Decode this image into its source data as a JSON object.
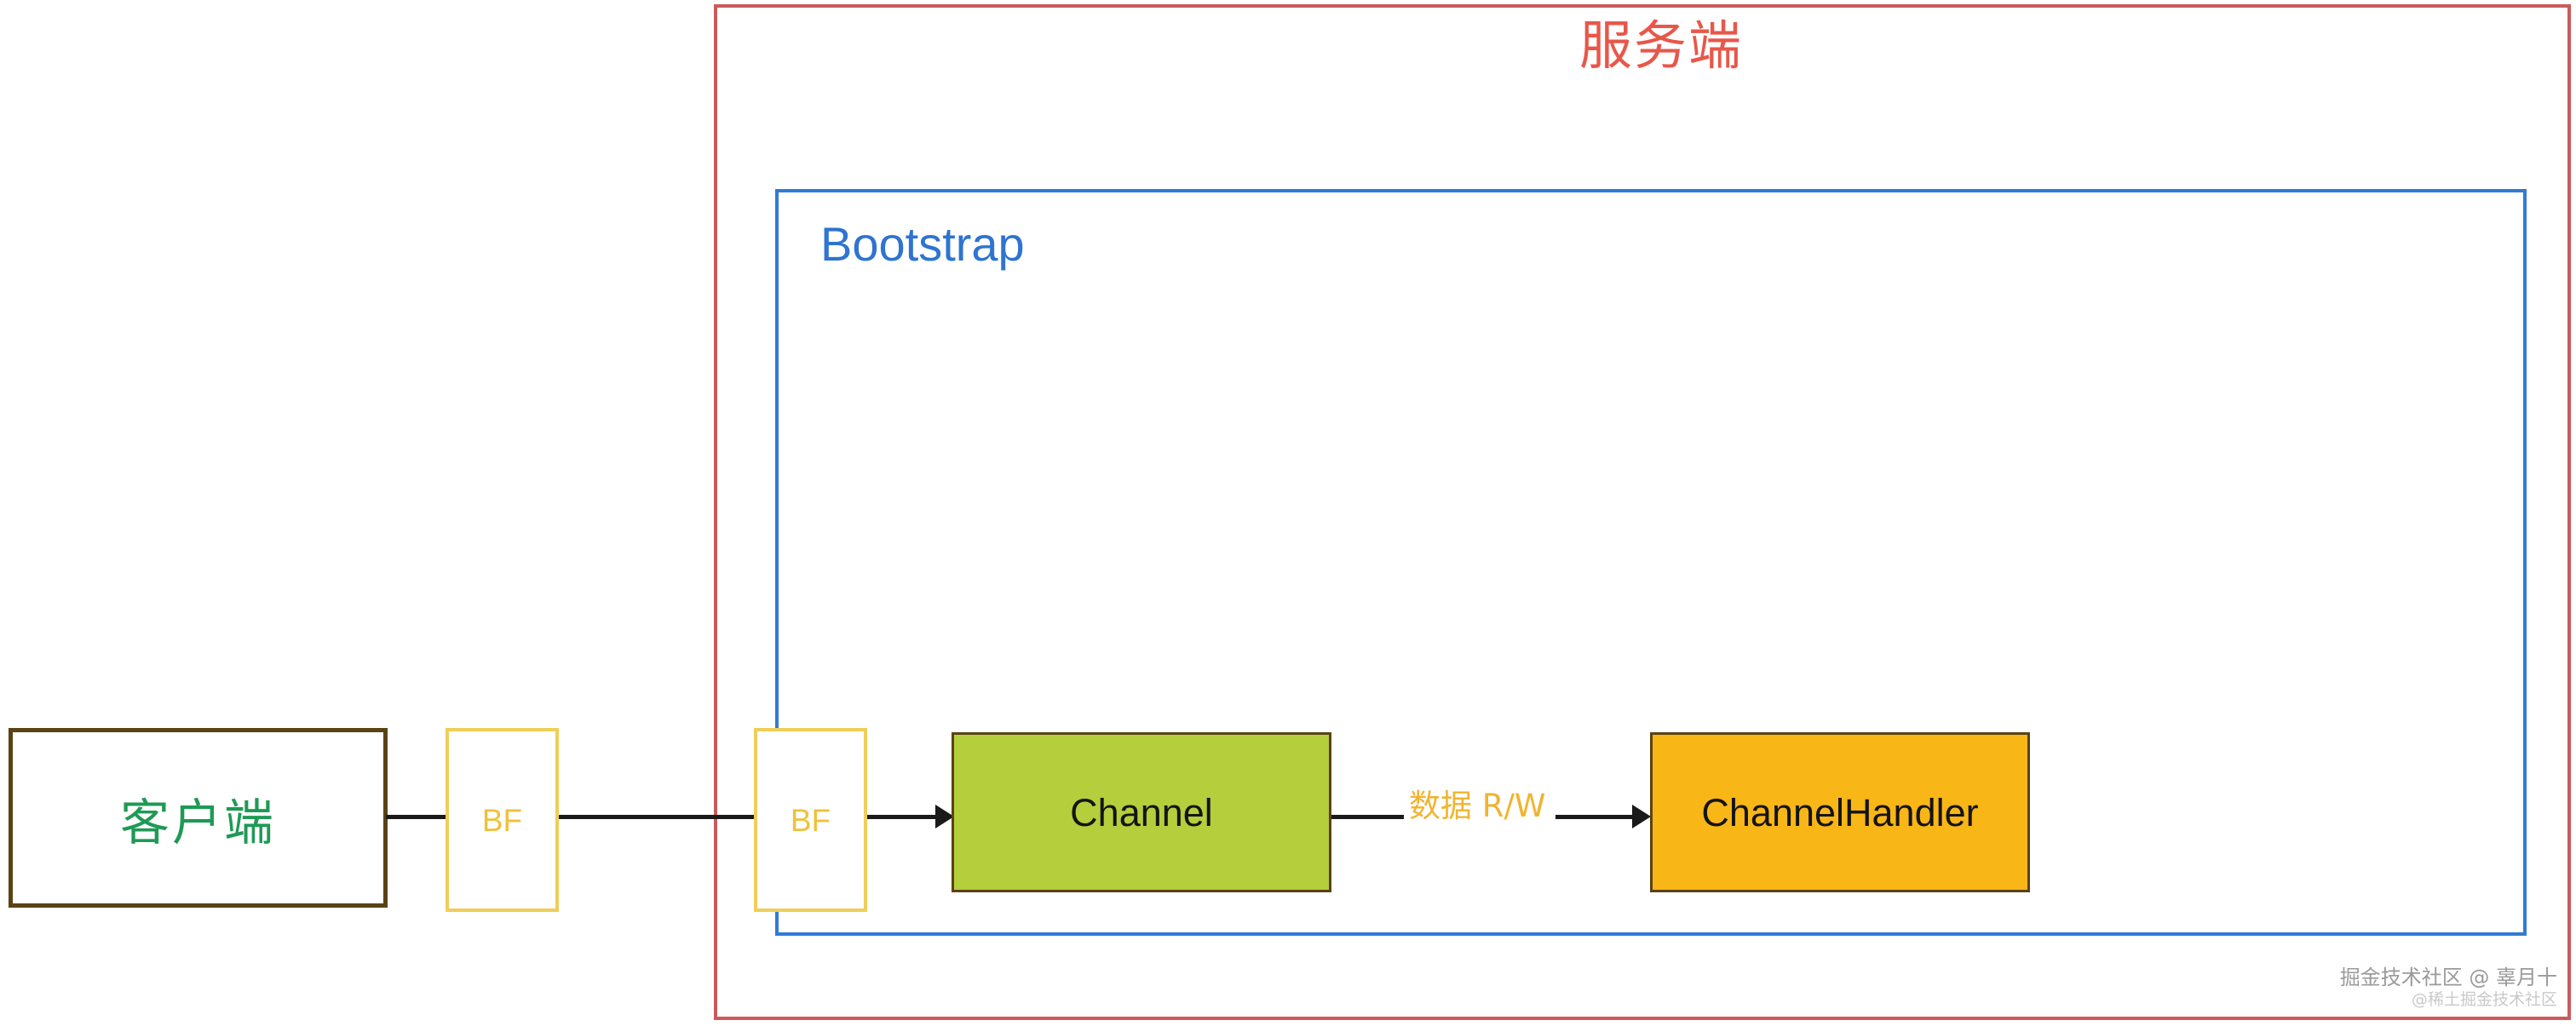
{
  "diagram": {
    "title": "服务端",
    "title_color": "#E8574A",
    "boundaries": [
      {
        "name": "server",
        "label": "服务端",
        "color": "#CB5B5B"
      },
      {
        "name": "bootstrap",
        "label": "Bootstrap",
        "color": "#2F7BD6"
      }
    ],
    "bootstrap": {
      "label": "Bootstrap",
      "color": "#2E74D0"
    },
    "nodes": {
      "client": {
        "label": "客户端",
        "text_color": "#1E9A55",
        "border_color": "#5A4214",
        "fill": "#FFFFFF"
      },
      "buffer_one": {
        "label": "BF",
        "text_color": "#EFC13C",
        "border_color": "#EFCE59",
        "fill": "#FFFFFF"
      },
      "buffer_two": {
        "label": "BF",
        "text_color": "#EFC13C",
        "border_color": "#EFCE59",
        "fill": "#FFFFFF"
      },
      "channel": {
        "label": "Channel",
        "text_color": "#141414",
        "border_color": "#5A4214",
        "fill": "#B4CE3C"
      },
      "channel_handler": {
        "label": "ChannelHandler",
        "text_color": "#141414",
        "border_color": "#5A4214",
        "fill": "#F8B617"
      }
    },
    "edges": [
      {
        "name": "client-to-bf1",
        "label": "",
        "arrow": false
      },
      {
        "name": "bf1-to-bf2",
        "label": "",
        "arrow": false
      },
      {
        "name": "bf2-to-channel",
        "label": "",
        "arrow": true
      },
      {
        "name": "channel-to-handler",
        "label": "数据 R/W",
        "arrow": true,
        "label_color": "#F0B430"
      }
    ]
  },
  "watermark": {
    "main": "掘金技术社区 @ 辜月十",
    "sub": "@稀土掘金技术社区"
  }
}
